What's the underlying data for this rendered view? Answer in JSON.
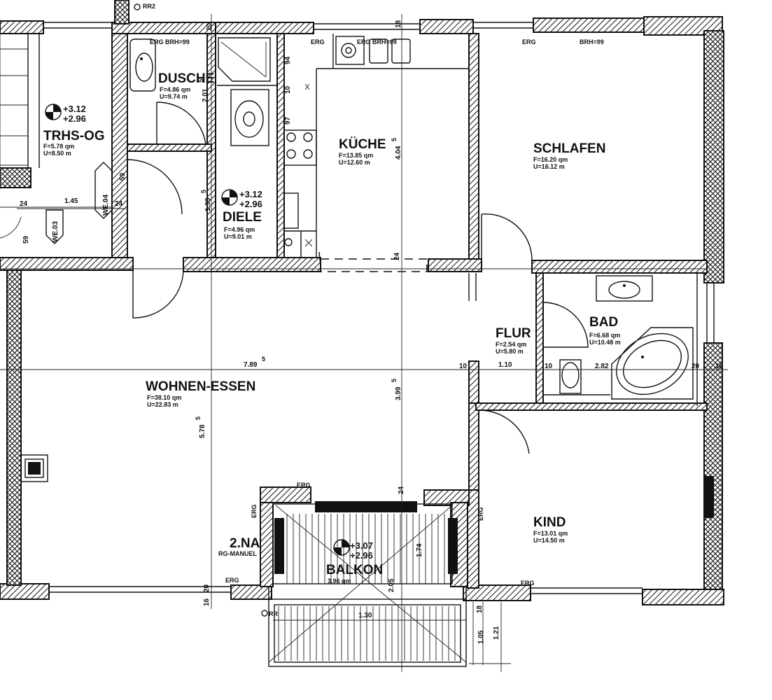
{
  "rooms": {
    "trhs": {
      "name": "TRHS-OG",
      "area": "F=5.78 qm",
      "perimeter": "U=8.50 m",
      "level_top": "+3.12",
      "level_bottom": "+2.96"
    },
    "dusche": {
      "name": "DUSCHE",
      "area": "F=4.86 qm",
      "perimeter": "U=9.74 m"
    },
    "diele": {
      "name": "DIELE",
      "area": "F=4.96 qm",
      "perimeter": "U=9.01 m",
      "level_top": "+3.12",
      "level_bottom": "+2.96"
    },
    "kueche": {
      "name": "KÜCHE",
      "area": "F=13.85 qm",
      "perimeter": "U=12.60 m"
    },
    "schlafen": {
      "name": "SCHLAFEN",
      "area": "F=16.20 qm",
      "perimeter": "U=16.12 m"
    },
    "flur": {
      "name": "FLUR",
      "area": "F=2.54 qm",
      "perimeter": "U=5.80 m"
    },
    "bad": {
      "name": "BAD",
      "area": "F=6.68 qm",
      "perimeter": "U=10.48 m"
    },
    "wohnen": {
      "name": "WOHNEN-ESSEN",
      "area": "F=38.10 qm",
      "perimeter": "U=22.83 m"
    },
    "kind": {
      "name": "KIND",
      "area": "F=13.01 qm",
      "perimeter": "U=14.50 m"
    },
    "balkon": {
      "name": "BALKON",
      "area": "3.96 qm",
      "level_top": "+3.07",
      "level_bottom": "+2.96"
    }
  },
  "labels": {
    "rr2": "RR2",
    "erg_brh_1": "ERG BRH=99",
    "erg_brh_2": "ERG BRH=99",
    "erg_brh_3": "ERG",
    "brh_3": "BRH=99",
    "erg_1": "ERG",
    "erg_2": "ERG",
    "erg_3": "ERG",
    "erg_4": "ERG",
    "erg_5": "ERG",
    "erg_6": "ERG",
    "we03": "WE.03",
    "we04": "WE.04",
    "na2": "2.NA",
    "rg_manuel": "RG-MANUEL",
    "rr_bottom": "RR"
  },
  "dimensions": {
    "d_145": "1.45",
    "d_24a": "24",
    "d_24b": "24",
    "d_24c": "24",
    "d_789": "7.89",
    "d_789_sup": "5",
    "d_110": "1.10",
    "d_10a": "10",
    "d_10b": "10",
    "d_282": "2.82",
    "d_20": "20",
    "d_16": "16",
    "d_130": "1.30",
    "d_105": "1.05",
    "d_121": "1.21",
    "d_18": "18",
    "v_201": "2.01",
    "v_201_sup": "5",
    "v_193": "1.93",
    "v_193_sup": "5",
    "v_404": "4.04",
    "v_404_sup": "5",
    "v_399": "3.99",
    "v_399_sup": "5",
    "v_578": "5.78",
    "v_578_sup": "5",
    "v_174": "1.74",
    "v_205": "2.05",
    "v_94": "94",
    "v_97": "97",
    "v_10": "10",
    "v_20t": "20",
    "v_18t": "18",
    "v_59a": "59",
    "v_59b": "59",
    "v_24k": "24",
    "v_20b": "20",
    "v_16b": "16"
  },
  "colors": {
    "ink": "#111111",
    "paper": "#ffffff"
  }
}
